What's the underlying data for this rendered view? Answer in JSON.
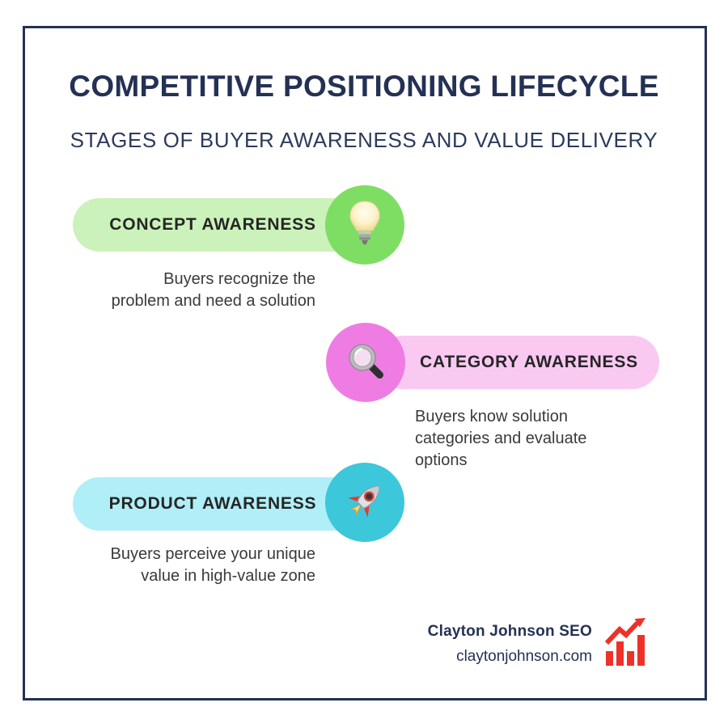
{
  "page": {
    "background": "#ffffff",
    "frame_color": "#243154",
    "navy": "#243154",
    "accent_red": "#ee3128"
  },
  "header": {
    "title": "COMPETITIVE POSITIONING LIFECYCLE",
    "subtitle": "STAGES OF BUYER AWARENESS AND VALUE DELIVERY"
  },
  "stages": [
    {
      "label": "CONCEPT AWARENESS",
      "description": "Buyers recognize the\nproblem and need a solution",
      "icon": "lightbulb-icon",
      "side": "left",
      "pill_color": "#cbf2ba",
      "circle_color": "#7ede63"
    },
    {
      "label": "CATEGORY AWARENESS",
      "description": "Buyers know solution\ncategories and evaluate\noptions",
      "icon": "magnifying-glass-icon",
      "side": "right",
      "pill_color": "#fac9f2",
      "circle_color": "#ef7ce3"
    },
    {
      "label": "PRODUCT AWARENESS",
      "description": "Buyers perceive your unique\nvalue in high-value zone",
      "icon": "rocket-icon",
      "side": "left",
      "pill_color": "#b0eff7",
      "circle_color": "#3cc7db"
    }
  ],
  "footer": {
    "brand": "Clayton Johnson SEO",
    "website": "claytonjohnson.com",
    "icon": "growth-chart-icon"
  }
}
